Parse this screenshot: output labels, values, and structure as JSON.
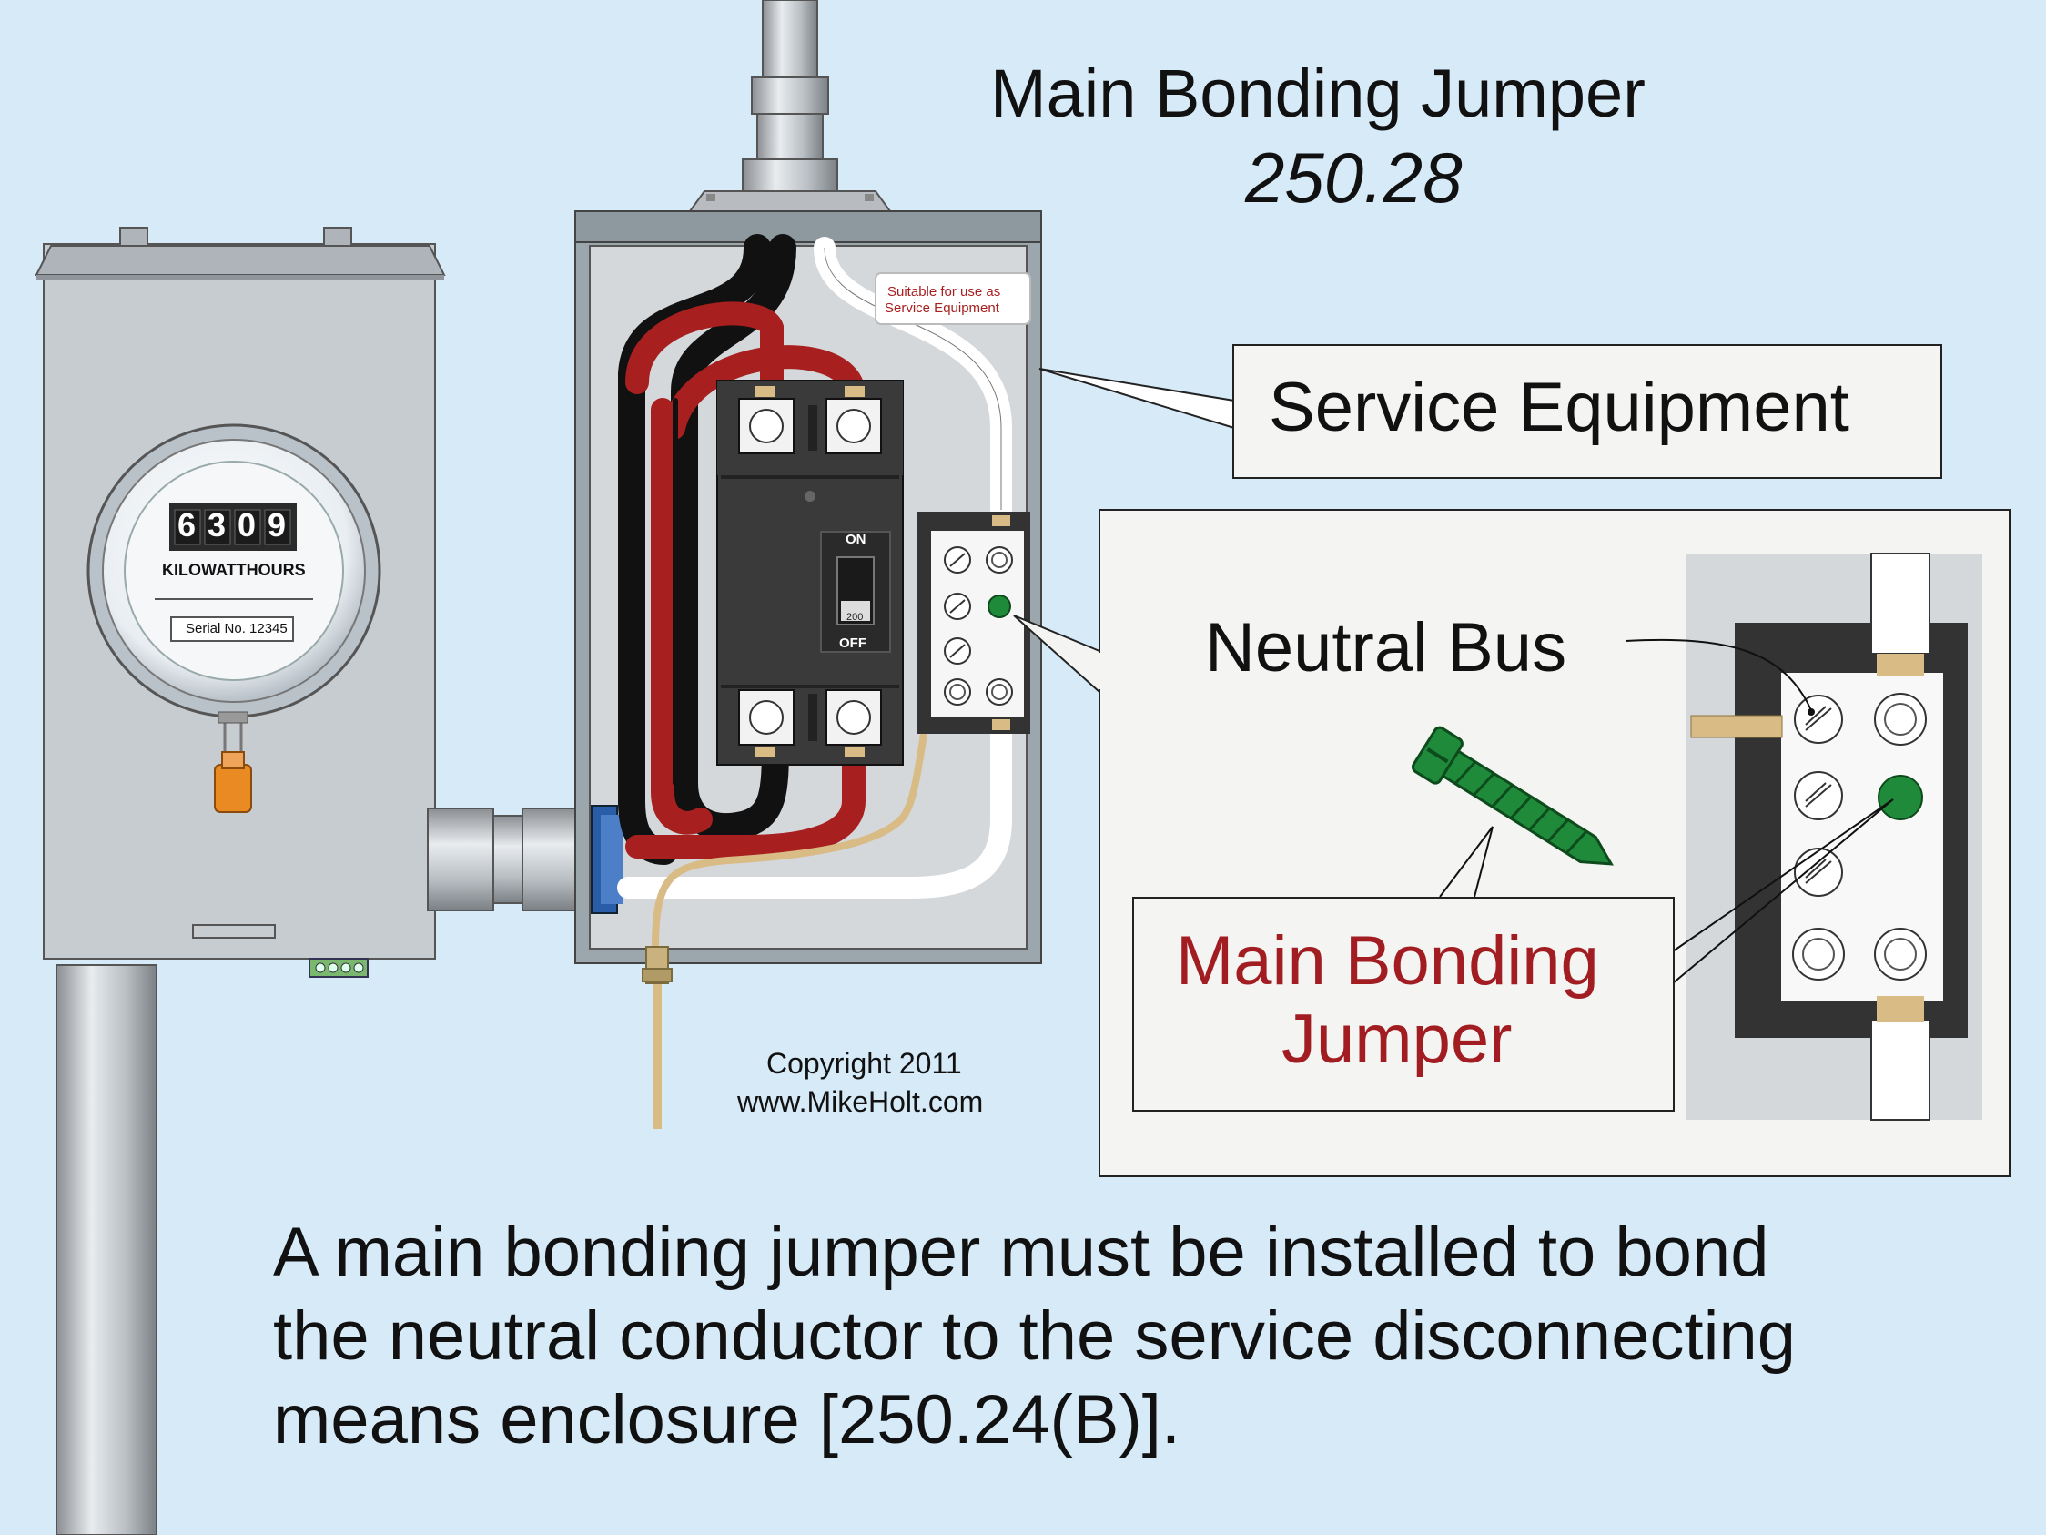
{
  "title": {
    "main": "Main Bonding Jumper",
    "code": "250.28"
  },
  "meter": {
    "digits": [
      "6",
      "3",
      "0",
      "9"
    ],
    "unit_label": "KILOWATTHOURS",
    "serial": "Serial No. 12345"
  },
  "panel": {
    "sticker_line1": "Suitable for use as",
    "sticker_line2": "Service Equipment",
    "breaker_on": "ON",
    "breaker_off": "OFF",
    "breaker_rating": "200"
  },
  "callouts": {
    "service_equipment": "Service Equipment",
    "neutral_bus": "Neutral Bus",
    "mbj_line1": "Main Bonding",
    "mbj_line2": "Jumper"
  },
  "copyright": {
    "line1": "Copyright 2011",
    "line2": "www.MikeHolt.com"
  },
  "caption": {
    "line1": "A main bonding jumper must be installed to bond",
    "line2": "the neutral conductor to the service disconnecting",
    "line3": "means enclosure [250.24(B)]."
  },
  "colors": {
    "background": "#d6eaf8",
    "hot_black": "#1a1a1a",
    "hot_red": "#a81f1f",
    "neutral_white": "#ffffff",
    "ground_wire": "#d9bb86",
    "bonding_screw": "#1f8a3a",
    "callout_red": "#a11d21"
  }
}
